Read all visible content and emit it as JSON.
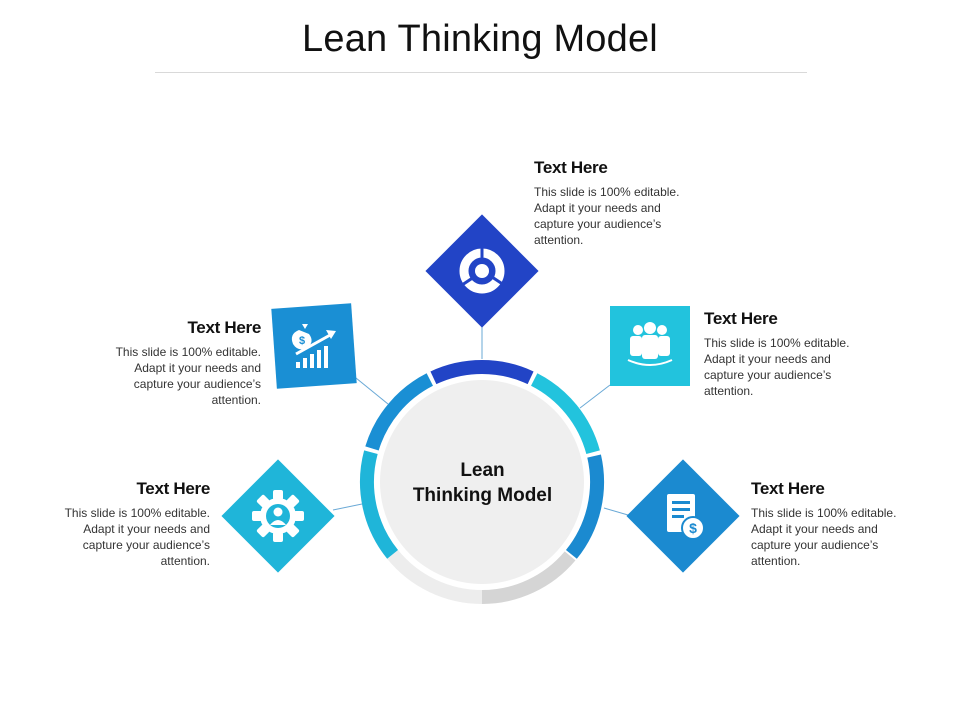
{
  "title": "Lean Thinking Model",
  "center": {
    "line1": "Lean",
    "line2": "Thinking Model"
  },
  "items": [
    {
      "heading": "Text Here",
      "body": "This slide is 100% editable. Adapt it your needs and capture your audience’s attention.",
      "icon": "gear-person-icon",
      "color": "#1fb5d9"
    },
    {
      "heading": "Text Here",
      "body": "This slide is 100% editable. Adapt it your needs and capture your audience’s attention.",
      "icon": "money-growth-icon",
      "color": "#1a8fd4"
    },
    {
      "heading": "Text Here",
      "body": "This slide is 100% editable. Adapt it your needs and capture your audience’s attention.",
      "icon": "pie-chart-icon",
      "color": "#2244c6"
    },
    {
      "heading": "Text Here",
      "body": "This slide is 100% editable. Adapt it your needs and capture your audience’s attention.",
      "icon": "team-icon",
      "color": "#22c3dd"
    },
    {
      "heading": "Text Here",
      "body": "This slide is 100% editable. Adapt it your needs and capture your audience’s attention.",
      "icon": "invoice-dollar-icon",
      "color": "#1b8ad0"
    }
  ]
}
